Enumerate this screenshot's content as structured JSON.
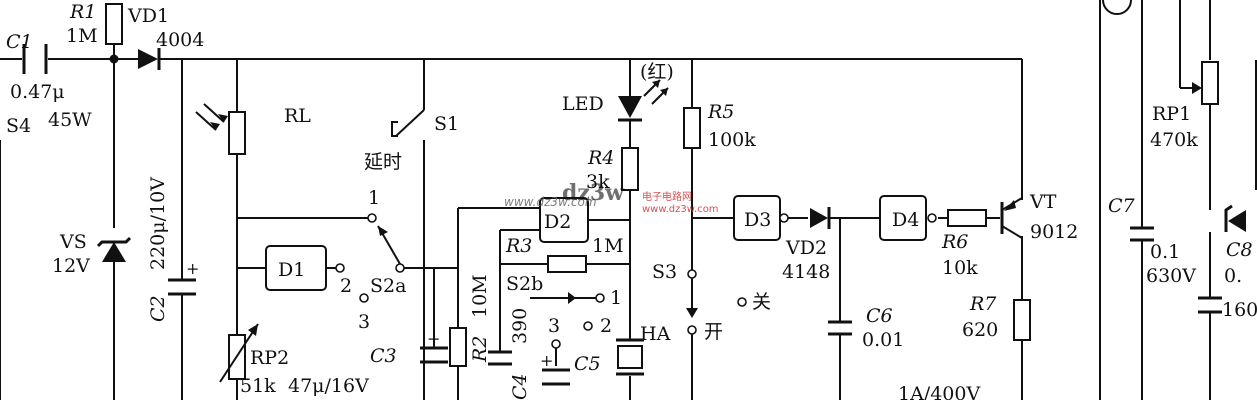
{
  "watermark": {
    "site": "www.dz3w.com",
    "brand_cn": "电子电路网",
    "url": "www.dz3w.com",
    "color": "#cc3333"
  },
  "labels": {
    "r1": "R1",
    "r1_val": "1M",
    "vd1": "VD1",
    "vd1_val": "4004",
    "c1": "C1",
    "c1_val": "0.47μ",
    "s4": "S4",
    "s4_val": "45W",
    "vs": "VS",
    "vs_val": "12V",
    "c2": "C2",
    "c2_val": "220μ/10V",
    "rl": "RL",
    "s1": "S1",
    "delay": "延时",
    "d1": "D1",
    "s2a": "S2a",
    "n1": "1",
    "n2": "2",
    "n3": "3",
    "rp2": "RP2",
    "rp2_val": "51k",
    "c3": "C3",
    "c3_val": "47μ/16V",
    "r2": "R2",
    "r2_val": "10M",
    "c4": "C4",
    "c4_val": "390",
    "d2": "D2",
    "r3": "R3",
    "r3_val": "1M",
    "s2b": "S2b",
    "s2b_1": "1",
    "s2b_2": "2",
    "s2b_3": "3",
    "c5": "C5",
    "led": "LED",
    "red": "(红)",
    "r4": "R4",
    "r4_val": "3k",
    "r5": "R5",
    "r5_val": "100k",
    "s3": "S3",
    "off": "关",
    "on": "开",
    "ha": "HA",
    "d3": "D3",
    "vd2": "VD2",
    "vd2_val": "4148",
    "d4": "D4",
    "r6": "R6",
    "r6_val": "10k",
    "c6": "C6",
    "c6_val": "0.01",
    "vt": "VT",
    "vt_val": "9012",
    "r7": "R7",
    "r7_val": "620",
    "bottom_val": "1A/400V",
    "rp1": "RP1",
    "rp1_val": "470k",
    "c7": "C7",
    "c7_val1": "0.1",
    "c7_val2": "630V",
    "c8": "C8",
    "c8_val1": "0.",
    "c8_val2": "160"
  }
}
